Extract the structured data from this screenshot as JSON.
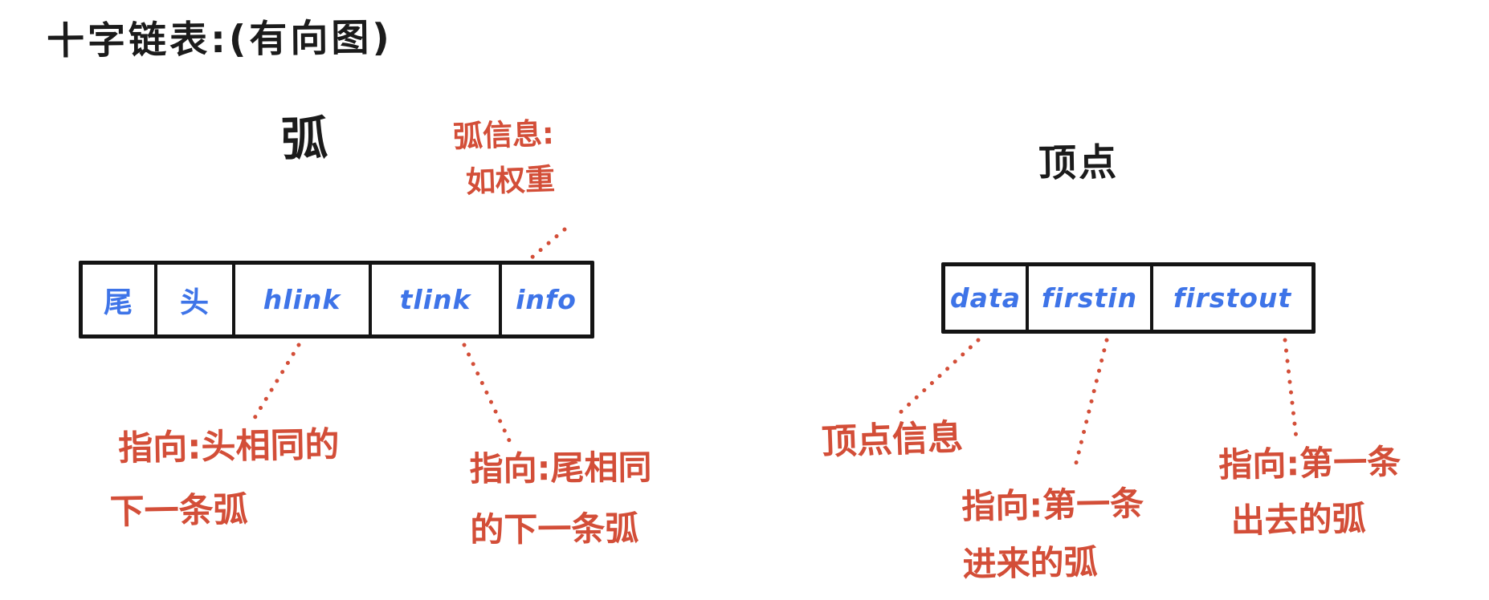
{
  "title": "十字链表:(有向图)",
  "colors": {
    "ink_black": "#1b1b1b",
    "table_text_blue": "#3e74e8",
    "annotation_red": "#d34e38",
    "background": "#ffffff"
  },
  "arc_section": {
    "label": "弧",
    "table_cells": [
      {
        "label": "尾"
      },
      {
        "label": "头"
      },
      {
        "label": "hlink"
      },
      {
        "label": "tlink"
      },
      {
        "label": "info"
      }
    ],
    "info_note": {
      "line1": "弧信息:",
      "line2": "如权重"
    },
    "hlink_note": {
      "line1": "指向:头相同的",
      "line2": "下一条弧"
    },
    "tlink_note": {
      "line1": "指向:尾相同",
      "line2": "的下一条弧"
    }
  },
  "vertex_section": {
    "label": "顶点",
    "table_cells": [
      {
        "label": "data"
      },
      {
        "label": "firstin"
      },
      {
        "label": "firstout"
      }
    ],
    "data_note": {
      "line1": "顶点信息"
    },
    "firstin_note": {
      "line1": "指向:第一条",
      "line2": "进来的弧"
    },
    "firstout_note": {
      "line1": "指向:第一条",
      "line2": "出去的弧"
    }
  }
}
